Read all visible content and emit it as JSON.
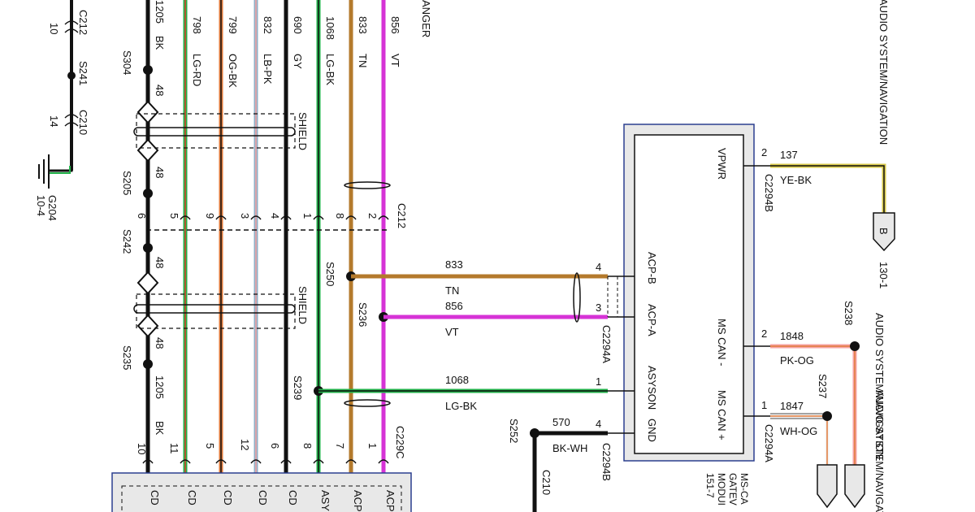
{
  "colors": {
    "BK": "#111111",
    "LG": "#22b24a",
    "RD": "#e23a2a",
    "OG": "#e07a3a",
    "LB": "#8fb1c8",
    "PK": "#f6a3a3",
    "GY": "#9a9a9a",
    "TN": "#b47a2c",
    "VT": "#d633d6",
    "YE": "#d8c94a",
    "WH": "#f4f4f4",
    "module_fill": "#e8e8e8",
    "module_border": "#2b3f8f"
  },
  "top_left": {
    "conn_c212": "C212",
    "pin_10": "10",
    "splice_s241": "S241",
    "conn_c210": "C210",
    "pin_14": "14",
    "ground": "G204",
    "ground_ref": "10-4"
  },
  "trunk": {
    "circuit": "1205",
    "color": "BK",
    "splices": [
      "S304",
      "S205",
      "S242",
      "S235"
    ],
    "pins": [
      "48",
      "48",
      "6",
      "48",
      "48",
      "10"
    ],
    "bottom_circuit": "1205",
    "bottom_color": "BK"
  },
  "harness_wires": [
    {
      "circuit": "798",
      "color": "LG-RD",
      "pin_top": "5",
      "pin_bottom": "11"
    },
    {
      "circuit": "799",
      "color": "OG-BK",
      "pin_top": "9",
      "pin_bottom": "5"
    },
    {
      "circuit": "832",
      "color": "LB-PK",
      "pin_top": "3",
      "pin_bottom": "12"
    },
    {
      "circuit": "690",
      "color": "GY",
      "pin_top": "4",
      "pin_bottom": "6"
    },
    {
      "circuit": "1068",
      "color": "LG-BK",
      "pin_top": "1",
      "pin_bottom": "8"
    },
    {
      "circuit": "833",
      "color": "TN",
      "pin_top": "8",
      "pin_bottom": "7"
    },
    {
      "circuit": "856",
      "color": "VT",
      "pin_top": "2",
      "pin_bottom": "1"
    }
  ],
  "labels": {
    "changer": "ANGER",
    "shield": "SHIELD",
    "c212": "C212",
    "c229c": "C229C",
    "s250": "S250",
    "s236": "S236",
    "s239": "S239",
    "s252": "S252",
    "s238": "S238",
    "s237": "S237",
    "c210": "C210"
  },
  "bottom_box_labels": [
    "CD",
    "CD",
    "CD",
    "CD",
    "CD",
    "ASY",
    "ACP",
    "ACP"
  ],
  "bus_wires": [
    {
      "circuit": "833",
      "color": "TN",
      "pin": "4",
      "signal": "ACP-B"
    },
    {
      "circuit": "856",
      "color": "VT",
      "pin": "3",
      "signal": "ACP-A"
    },
    {
      "circuit": "1068",
      "color": "LG-BK",
      "pin": "1",
      "signal": "ASYSON"
    },
    {
      "circuit": "570",
      "color": "BK-WH",
      "pin": "4",
      "signal": "GND"
    }
  ],
  "module": {
    "connector_a": "C2294A",
    "connector_b": "C2294B",
    "pins": {
      "vpwr": "VPWR",
      "acp_b": "ACP-B",
      "acp_a": "ACP-A",
      "asyson": "ASYSON",
      "gnd": "GND",
      "ms_can_minus": "MS CAN -",
      "ms_can_plus": "MS CAN +"
    },
    "name_lines": [
      "MS-CA",
      "GATEV",
      "MODUI",
      "151-7"
    ]
  },
  "right_wires": [
    {
      "circuit": "137",
      "color": "YE-BK",
      "pin": "2",
      "connector": "C2294B",
      "dest": "AUDIO SYSTEM/NAVIGATION"
    },
    {
      "circuit": "1848",
      "color": "PK-OG",
      "pin": "2",
      "connector": "C2294A"
    },
    {
      "circuit": "1847",
      "color": "WH-OG",
      "pin": "1",
      "connector": "C2294A"
    }
  ],
  "right_refs": {
    "tag_b": "B",
    "ref_130_1": "130-1",
    "audio_nav_top": "AUDIO SYSTEM/NAVIGATION",
    "audio_nav_mid": "AUDIO SYSTEM/NAVIGATION",
    "audio_nav_bottom": "AUDIO SYSTEM/NAVIGATION"
  }
}
